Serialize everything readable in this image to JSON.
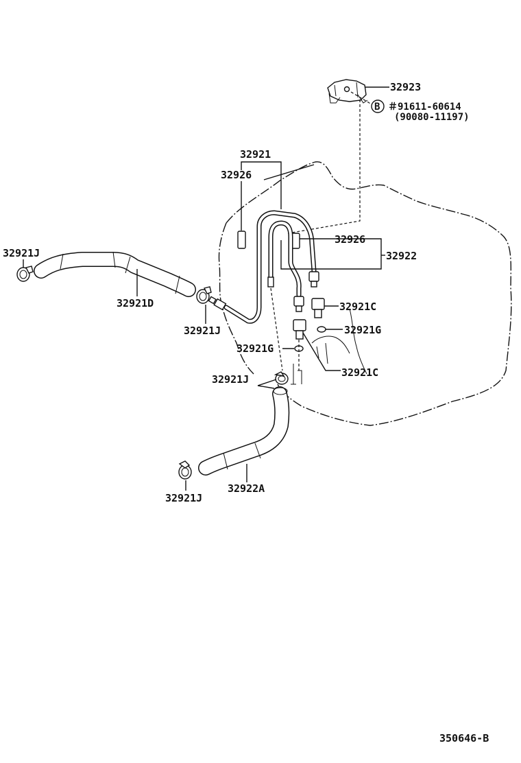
{
  "parts": {
    "p32923": "32923",
    "bolt_no": "＃91611-60614",
    "bolt_alt": "(90080-11197)",
    "circle_b": "B",
    "p32921": "32921",
    "p32926_left": "32926",
    "p32926_right": "32926",
    "p32922": "32922",
    "p32921c_upper": "32921C",
    "p32921g_right": "32921G",
    "p32921g_left": "32921G",
    "p32921c_lower": "32921C",
    "p32921j_topleft": "32921J",
    "p32921d": "32921D",
    "p32921j_mid": "32921J",
    "p32921j_lower": "32921J",
    "p32922a": "32922A",
    "p32921j_bottom": "32921J"
  },
  "figure_id": "350646-B"
}
